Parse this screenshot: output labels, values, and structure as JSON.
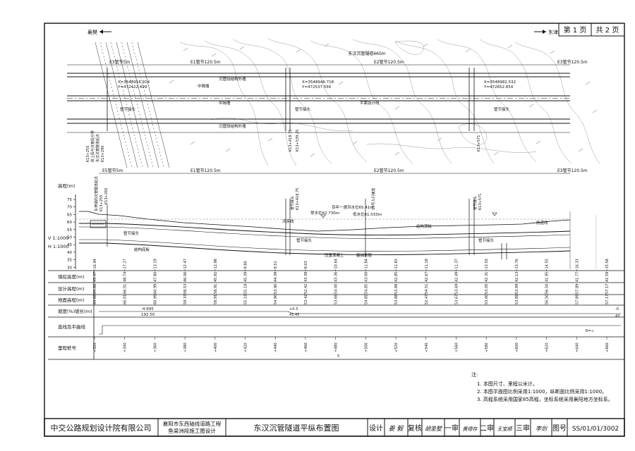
{
  "page": {
    "page_no": "第 1 页",
    "page_total": "共 2 页"
  },
  "plan": {
    "west_label": "襄樊",
    "east_label": "东津",
    "tunnel_name": "东汉沉管隧道660m",
    "seg_labels_top": [
      "E3管节5m",
      "E1管节120.5m",
      "E2管节120.5m",
      "E3管节120.5m"
    ],
    "seg_labels_bottom": [
      "E5管节5m",
      "E1管节120.5m",
      "E2管节120.5m",
      "E3管节120.5m"
    ],
    "coord_left": [
      "X=3548916.914",
      "Y=472422.499"
    ],
    "coord_mid": [
      "X=3548946.718",
      "Y=472537.556"
    ],
    "coord_right": [
      "X=3548982.532",
      "Y=472652.654"
    ],
    "wall_top": "沉管段结构外墙",
    "wall_bottom": "沉管段结构外墙",
    "mid_wall_1": "中隔墙",
    "mid_wall_2": "中隔墙",
    "center_line": "平面设计线",
    "joint_1": "管节接头",
    "joint_2": "管节接头",
    "joint_3": "管节接头",
    "left_notes": [
      "K13+255",
      "岸上段与沉管段分界",
      "东汉沉管隧道起点",
      "K13+290"
    ],
    "stations_plan": [
      "K13+418.75",
      "K13+539.25",
      "K13+571"
    ]
  },
  "profile": {
    "elev_title": "高程(m)",
    "elev_ticks": [
      "75",
      "70",
      "65",
      "60",
      "55",
      "50",
      "45",
      "40",
      "35",
      "30"
    ],
    "scale_v": "V 1:1000",
    "scale_h": "H 1:1000",
    "stations_top": [
      "东津端的沉管隧道起点",
      "K13+255",
      "K13+260",
      "K13+418.75",
      "管节接头",
      "K13+418.75",
      "19号人行横道",
      "K13+571"
    ],
    "flood_level": "百年一遇洪水位65.41m",
    "normal_level": "常水位62.730m",
    "low_level": "低水位61.033m",
    "river_line": "河床线",
    "structure_top": "结构顶板",
    "structure_bottom": "结构底板",
    "backfill": "压重混凝土",
    "foundation": "基础垫层",
    "joint_a": "管节接头",
    "joint_b": "管节接头",
    "joint_c": "管节接头",
    "channel_line": "航道线"
  },
  "table": {
    "rows": [
      "填挖高度(m)",
      "设计高程(m)",
      "地面高程(m)",
      "坡度(%)坡长(m)",
      "直线及平曲线",
      "里程桩号"
    ],
    "fill_cut": [
      "45.47~16.94",
      "48.74~17.27",
      "47.80~13.19",
      "46.06~12.47",
      "45.92~12.98",
      "45.39~9.80",
      "44.39~9.51",
      "43.39~9.03",
      "43.36~10.64",
      "43.00~11.84",
      "42.85~11.83",
      "42.67~11.18",
      "42.49~11.37",
      "42.31~13.50",
      "42.13~13.76",
      "41.95~14.55",
      "41.77~16.33",
      "41.59~15.58"
    ],
    "design_elev": [
      "64.66",
      "66.01",
      "60.99",
      "58.53",
      "58.91",
      "55.19",
      "53.90",
      "52.42",
      "54.00",
      "54.85",
      "53.88",
      "54.51",
      "53.69",
      "53.00",
      "53.89",
      "56.50",
      "57.89",
      "57.17"
    ],
    "ground_elev": [
      "64.66",
      "66.01",
      "60.99",
      "59.33",
      "58.91",
      "55.19",
      "54.90",
      "53.42",
      "53.66",
      "54.85",
      "53.88",
      "52.47",
      "53.67",
      "53.00",
      "53.89",
      "56.50",
      "57.89",
      "57.17"
    ],
    "grade_1": "-4.695",
    "grade_1_len": "192.50",
    "grade_2": "+0.3",
    "grade_2_len": "43.45",
    "grade_end": "-0",
    "grade_end_len": "43",
    "curve_note": "R=∞",
    "chainage": [
      "+320",
      "+340",
      "+360",
      "+380",
      "+400",
      "+420",
      "+440",
      "+460",
      "+480",
      "+500",
      "+520",
      "+540",
      "+560",
      "+580",
      "+600",
      "+620",
      "+640",
      "+660"
    ],
    "curve_mark": "5"
  },
  "notes": {
    "title": "注:",
    "items": [
      "1. 本图尺寸、里程以米计。",
      "2. 本图平面图比例采用1:1000，纵断面比例采用1:1000。",
      "3. 高程系统采用国家85高程，坐标系统采用襄阳地方坐标系。"
    ]
  },
  "title_block": {
    "company": "中交公路规划设计院有限公司",
    "project_line1": "襄阳市东西轴线道路工程",
    "project_line2": "鱼梁洲段施工图设计",
    "drawing_title": "东汉沉管隧道平纵布置图",
    "design_label": "设计",
    "design_sig": "姜 毅",
    "review_label": "复核",
    "review_sig": "胡圣墅",
    "check1_label": "一审",
    "check1_sig": "黄德存",
    "check2_label": "二审",
    "check2_sig": "王宝顺",
    "check3_label": "三审",
    "check3_sig": "李剑",
    "drawing_no_label": "图号",
    "drawing_no": "SS/01/01/3002"
  }
}
